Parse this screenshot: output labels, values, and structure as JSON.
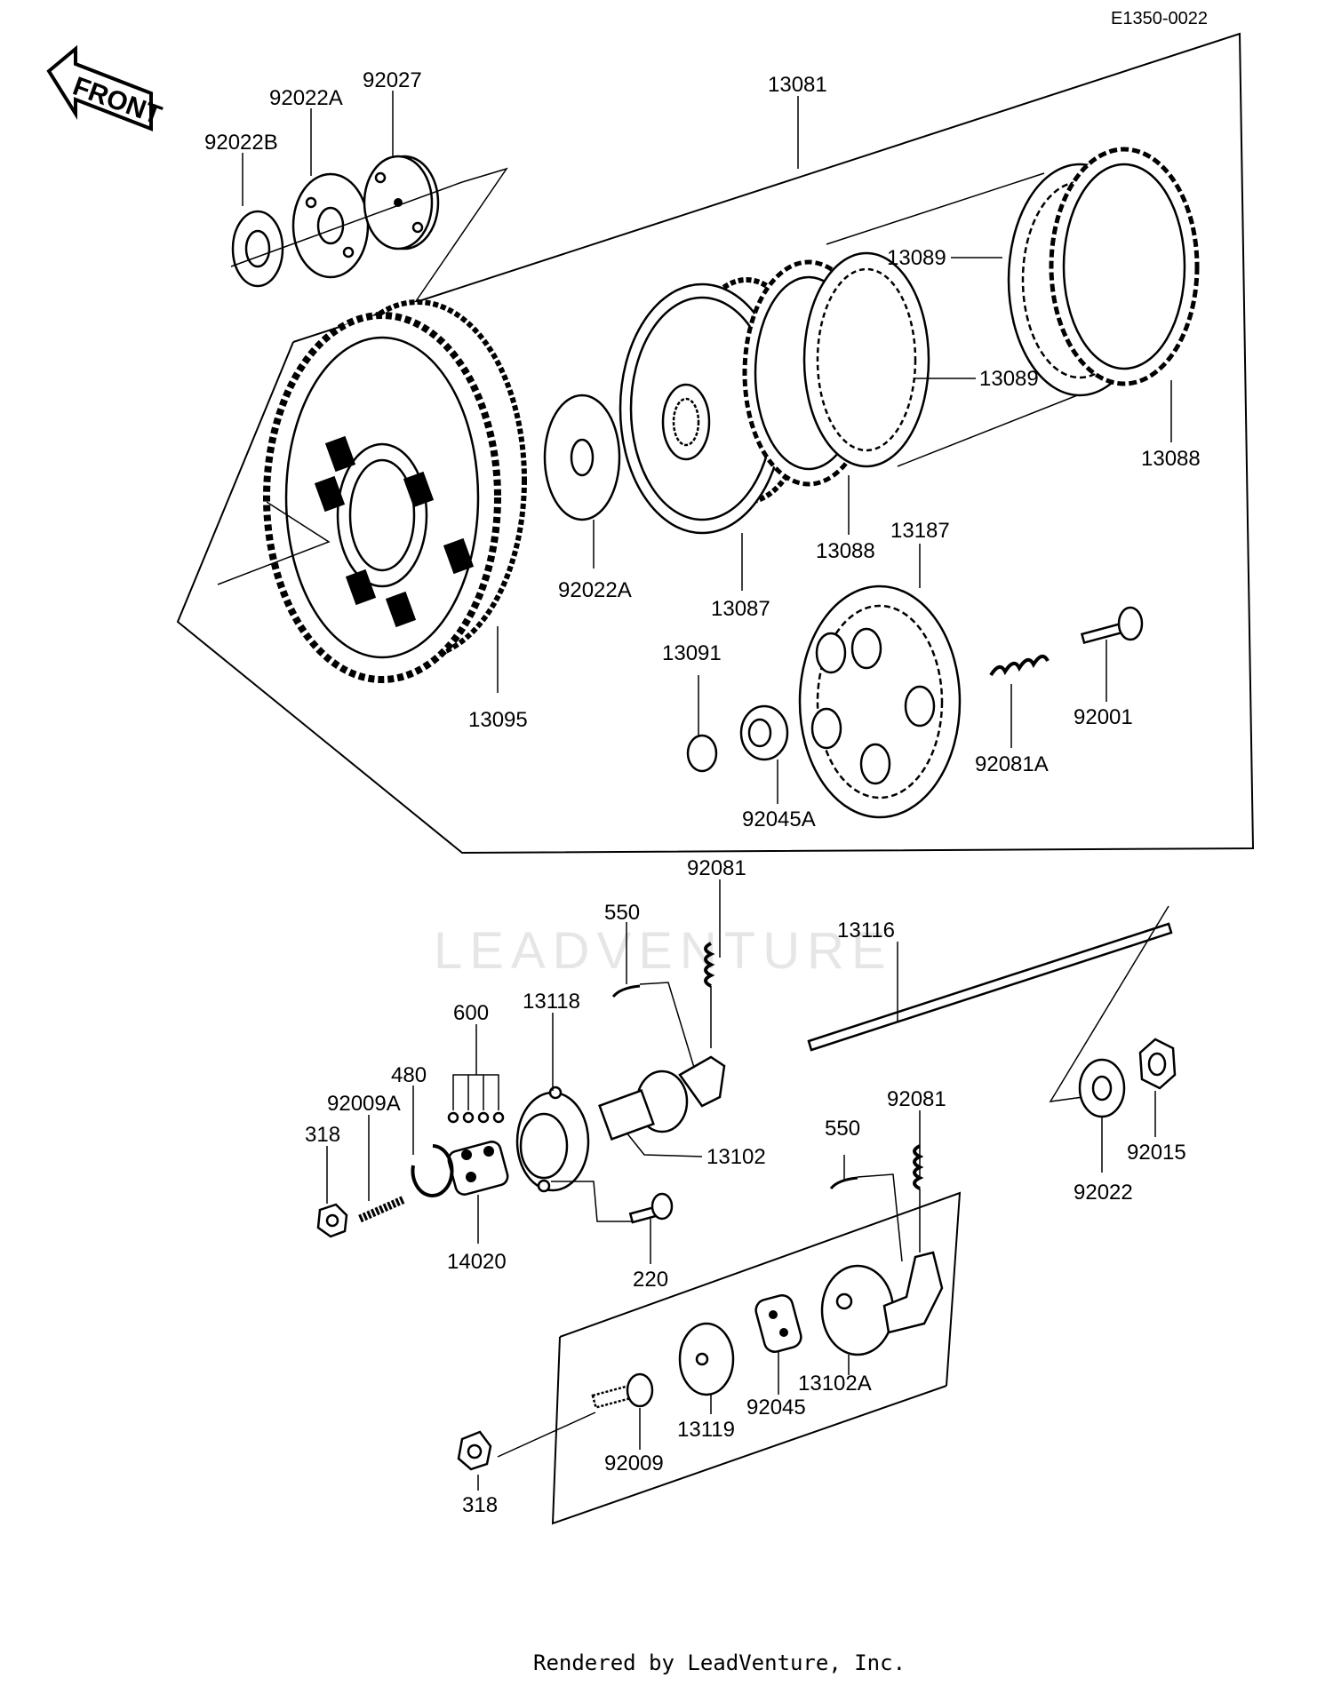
{
  "diagram_code": "E1350-0022",
  "front_label": "FRONT",
  "watermark": "LEADVENTURE",
  "footer": "Rendered by LeadVenture, Inc.",
  "parts": {
    "p92022B": "92022B",
    "p92022A_top": "92022A",
    "p92027": "92027",
    "p13081": "13081",
    "p13089_a": "13089",
    "p13089_b": "13089",
    "p13088_a": "13088",
    "p13088_b": "13088",
    "p13187": "13187",
    "p92022A_mid": "92022A",
    "p13087": "13087",
    "p13095": "13095",
    "p13091": "13091",
    "p92001": "92001",
    "p92081A": "92081A",
    "p92045A": "92045A",
    "p92081_a": "92081",
    "p550_a": "550",
    "p13116": "13116",
    "p600": "600",
    "p13118": "13118",
    "p480": "480",
    "p92009A": "92009A",
    "p318_a": "318",
    "p13102": "13102",
    "p14020": "14020",
    "p220": "220",
    "p92081_b": "92081",
    "p550_b": "550",
    "p92022": "92022",
    "p92015": "92015",
    "p13102A": "13102A",
    "p92045": "92045",
    "p13119": "13119",
    "p92009": "92009",
    "p318_b": "318"
  }
}
